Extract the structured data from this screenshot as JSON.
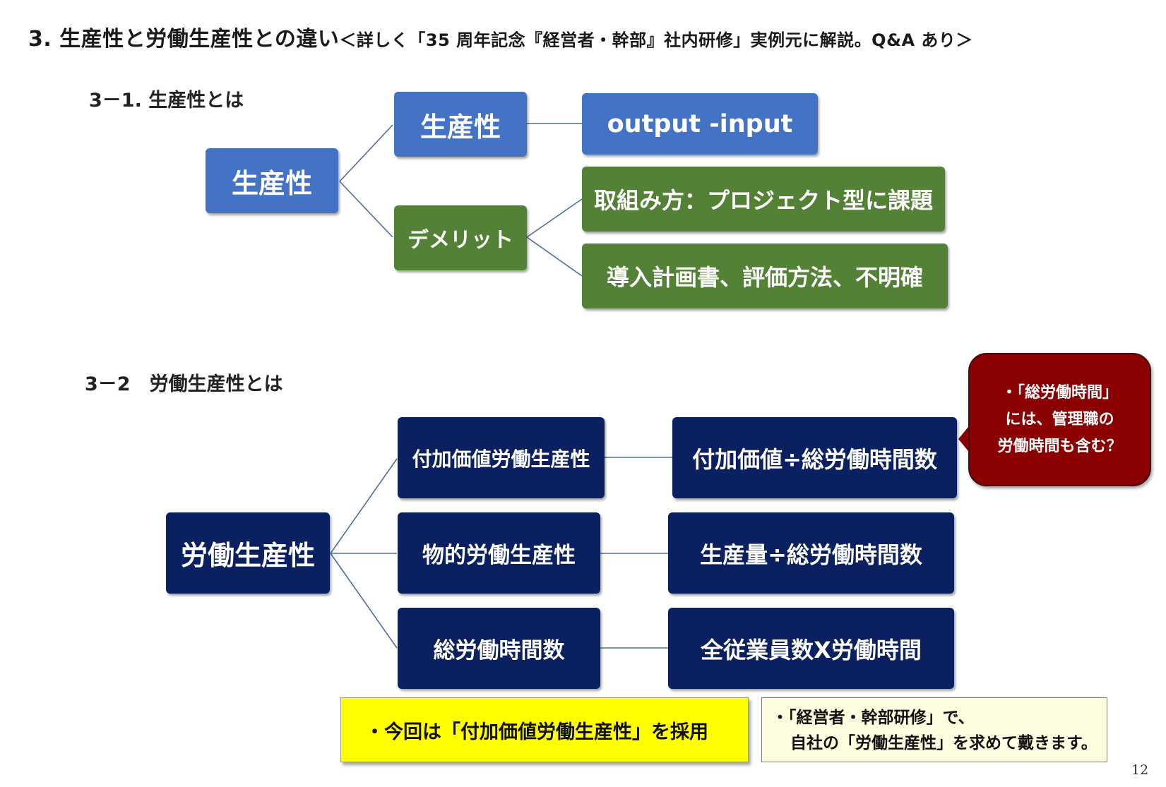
{
  "title": {
    "main": "3. 生産性と労働生産性との違い",
    "sub": "＜詳しく「35 周年記念『経営者・幹部』社内研修」実例元に解説。Q&A あり＞"
  },
  "section1": {
    "label": "3－1. 生産性とは",
    "root": "生産性",
    "branch_productivity": "生産性",
    "formula": "output -input",
    "branch_demerit": "デメリット",
    "demerit_1": "取組み方：プロジェクト型に課題",
    "demerit_2": "導入計画書、評価方法、不明確"
  },
  "section2": {
    "label": "3－2　労働生産性とは",
    "root": "労働生産性",
    "items": [
      {
        "name": "付加価値労働生産性",
        "formula": "付加価値÷総労働時間数"
      },
      {
        "name": "物的労働生産性",
        "formula": "生産量÷総労働時間数"
      },
      {
        "name": "総労働時間数",
        "formula": "全従業員数X労働時間"
      }
    ]
  },
  "callout": {
    "line1": "・「総労働時間」",
    "line2": "には、管理職の",
    "line3": "労働時間も含む？"
  },
  "note_yellow": "・今回は「付加価値労働生産性」を採用",
  "note_cream": {
    "line1": "・「経営者・幹部研修」で、",
    "line2": "自社の「労働生産性」を求めて戴きます。"
  },
  "page_number": "12",
  "colors": {
    "blue": "#4472c4",
    "green": "#538135",
    "navy": "#0b2060",
    "callout_red": "#8b0000",
    "highlight_yellow": "#ffff00"
  }
}
